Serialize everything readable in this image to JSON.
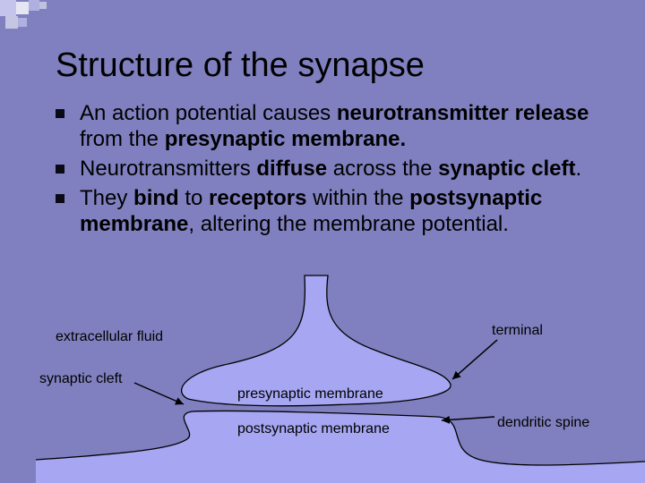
{
  "slide": {
    "title": "Structure of the synapse",
    "bullets": [
      [
        {
          "text": "An action potential causes ",
          "bold": false
        },
        {
          "text": "neurotransmitter release",
          "bold": true
        },
        {
          "text": " from the ",
          "bold": false
        },
        {
          "text": "presynaptic membrane.",
          "bold": true
        }
      ],
      [
        {
          "text": "Neurotransmitters ",
          "bold": false
        },
        {
          "text": "diffuse",
          "bold": true
        },
        {
          "text": " across the ",
          "bold": false
        },
        {
          "text": "synaptic cleft",
          "bold": true
        },
        {
          "text": ".",
          "bold": false
        }
      ],
      [
        {
          "text": "They ",
          "bold": false
        },
        {
          "text": "bind",
          "bold": true
        },
        {
          "text": " to ",
          "bold": false
        },
        {
          "text": "receptors",
          "bold": true
        },
        {
          "text": " within the ",
          "bold": false
        },
        {
          "text": "postsynaptic membrane",
          "bold": true
        },
        {
          "text": ", altering the membrane potential.",
          "bold": false
        }
      ]
    ]
  },
  "diagram": {
    "labels": {
      "extracellular_fluid": "extracellular fluid",
      "synaptic_cleft": "synaptic cleft",
      "terminal": "terminal",
      "presynaptic_membrane": "presynaptic membrane",
      "postsynaptic_membrane": "postsynaptic membrane",
      "dendritic_spine": "dendritic spine"
    }
  },
  "colors": {
    "background": "#8080c0",
    "neuron_fill": "#a6a6f2",
    "outline": "#000000",
    "corner_square": "#ffffff"
  }
}
